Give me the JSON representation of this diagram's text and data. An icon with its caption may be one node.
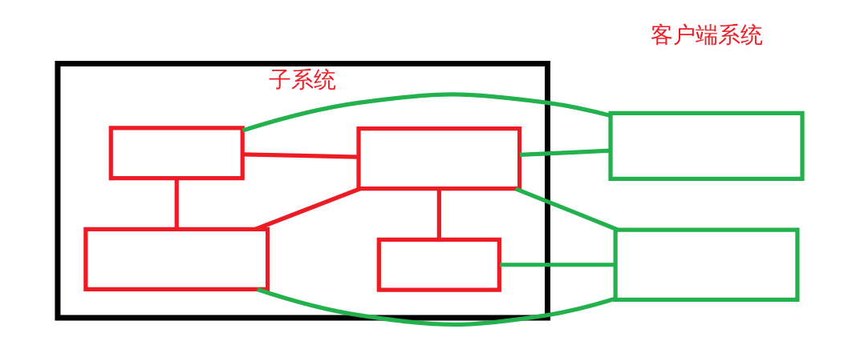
{
  "diagram": {
    "nodes": [
      {
        "text": [
          "子系统"
        ]
      },
      {
        "text": [],
        "shape": "box",
        "in": 0
      },
      {
        "text": [],
        "shape": "box",
        "in": 0
      },
      {
        "text": [],
        "shape": "box",
        "in": 0
      },
      {
        "text": [],
        "shape": "box",
        "in": 0
      },
      {
        "text": [],
        "shape": "box"
      },
      {
        "text": [],
        "shape": "box"
      }
    ],
    "edges": [
      {
        "from": 1,
        "to": 2,
        "arrow": "none",
        "color": "#ed1c24"
      },
      {
        "from": 1,
        "to": 3,
        "arrow": "none",
        "color": "#ed1c24"
      },
      {
        "from": 2,
        "to": 3,
        "arrow": "none",
        "color": "#ed1c24"
      },
      {
        "from": 2,
        "to": 4,
        "arrow": "none",
        "color": "#ed1c24"
      },
      {
        "from": 1,
        "to": 5,
        "arrow": "none"
      },
      {
        "from": 2,
        "to": 5,
        "arrow": "none"
      },
      {
        "from": 2,
        "to": 6,
        "arrow": "none"
      },
      {
        "from": 3,
        "to": 6,
        "arrow": "none"
      },
      {
        "from": 4,
        "to": 6,
        "arrow": "none"
      }
    ],
    "labels": [
      "客户端系统"
    ]
  }
}
